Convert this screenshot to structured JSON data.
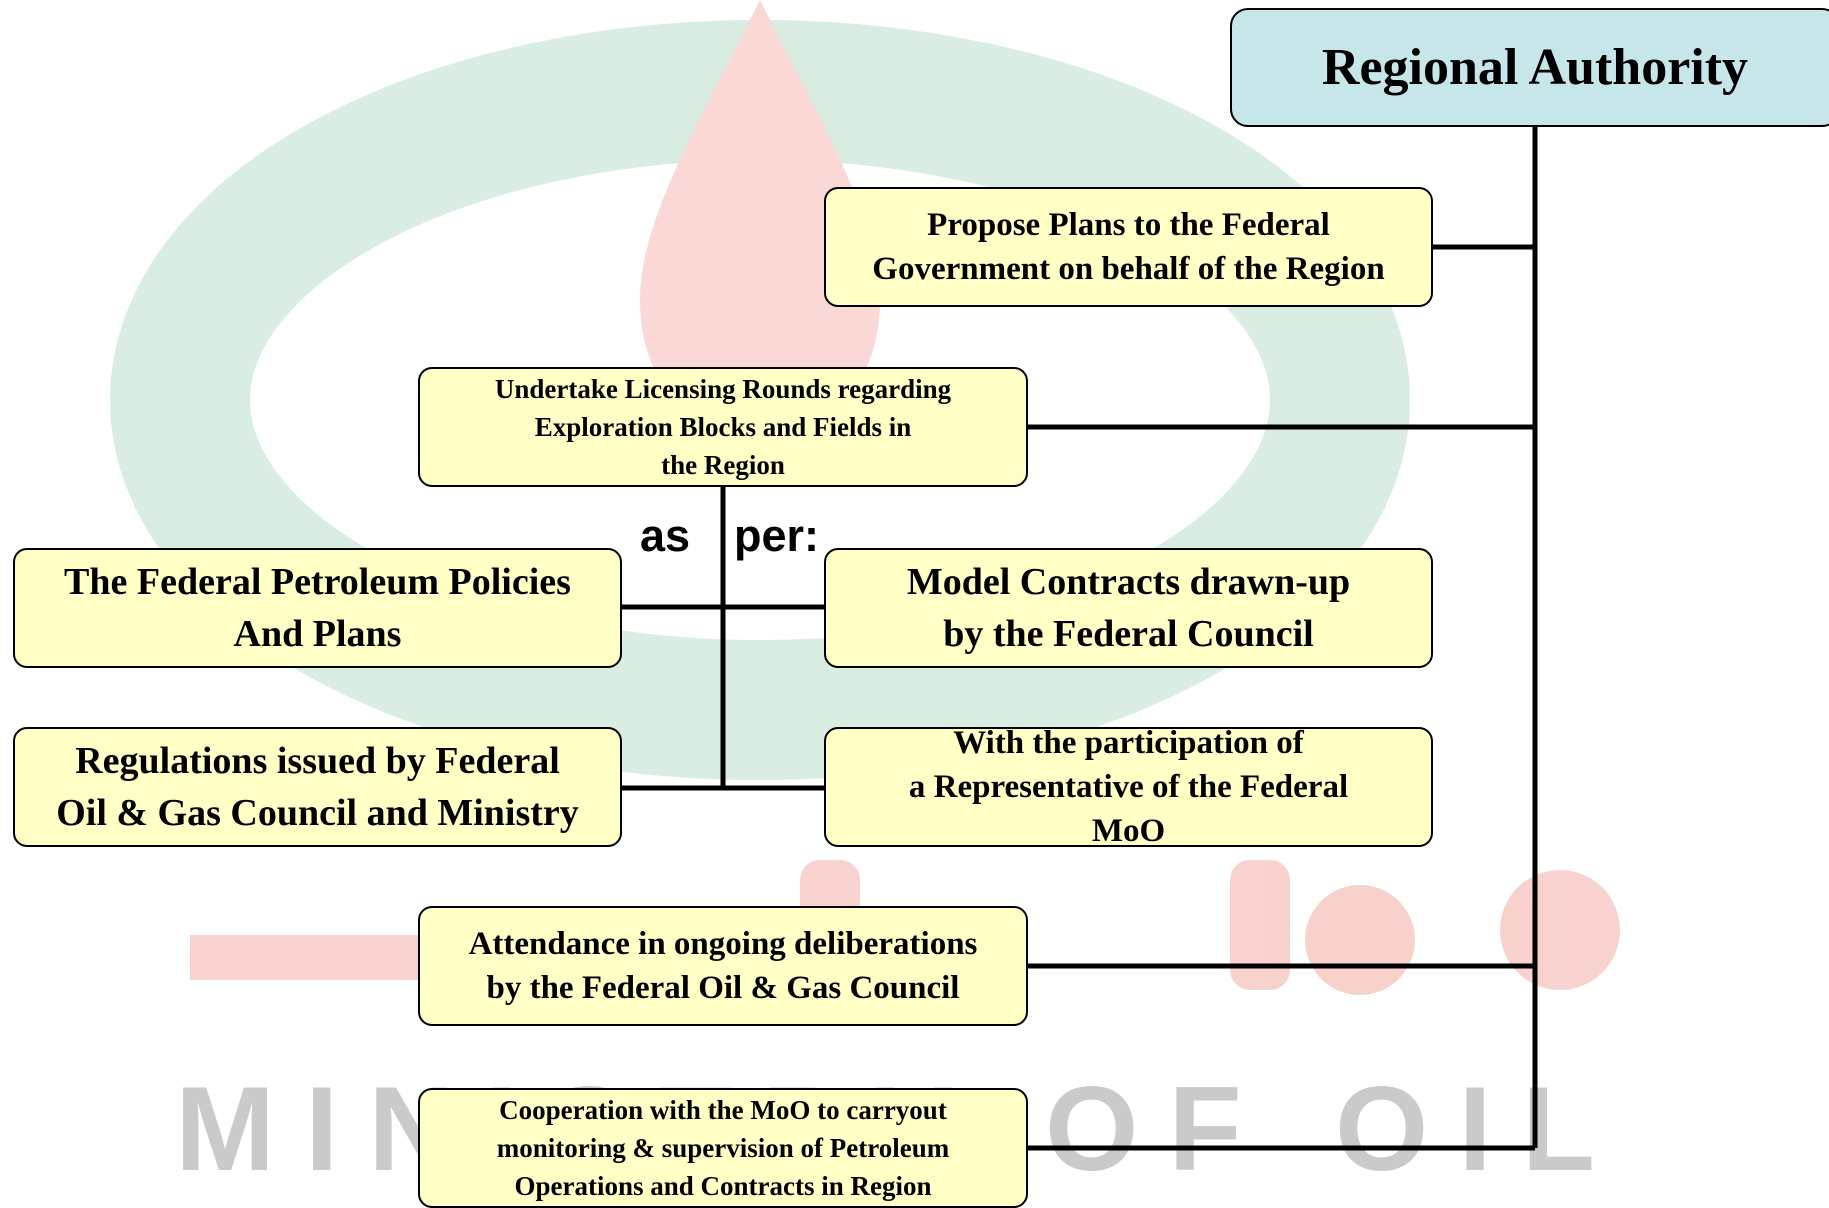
{
  "colors": {
    "box_fill": "#ffffc6",
    "header_fill": "#c6e6ea",
    "connector": "#000000",
    "watermark_green": "#2e9a5e",
    "watermark_red": "#e0301e",
    "watermark_gray": "#8c8c8c"
  },
  "watermark": {
    "text": "MINISTRY OF OIL"
  },
  "header": {
    "title": "Regional Authority"
  },
  "branches": {
    "propose_plans": "Propose Plans to the Federal\nGovernment on behalf of the Region",
    "licensing_rounds": "Undertake Licensing Rounds regarding\nExploration Blocks and Fields in\nthe Region",
    "attendance": "Attendance in ongoing deliberations\nby the Federal Oil & Gas Council",
    "cooperation": "Cooperation with the MoO to carryout\nmonitoring & supervision of Petroleum\nOperations and Contracts in Region"
  },
  "as_per": {
    "word1": "as",
    "word2": "per:"
  },
  "sub_items": {
    "federal_policies": "The Federal Petroleum Policies\nAnd Plans",
    "model_contracts": "Model Contracts drawn-up\nby the Federal Council",
    "regulations": "Regulations issued by Federal\nOil & Gas Council and Ministry",
    "participation": "With the participation of\na Representative of the Federal\nMoO"
  }
}
